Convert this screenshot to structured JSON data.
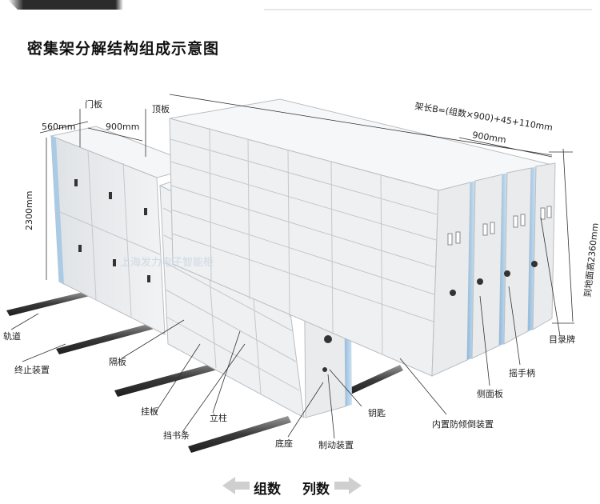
{
  "title": "密集架分解结构组成示意图",
  "watermark": "上海发力电子智能柜",
  "dimensions": {
    "depth": "560mm",
    "width": "900mm",
    "height": "2300mm",
    "length_formula": "架长B=(组数×900)+45+110mm",
    "unit_width": "900mm",
    "floor_height": "到地面高2360mm"
  },
  "labels": {
    "door_panel": "门板",
    "top_panel": "顶板",
    "track": "轨道",
    "stop_device": "终止装置",
    "divider": "隔板",
    "hanging_board": "挂板",
    "column": "立柱",
    "book_stop": "挡书条",
    "base": "底座",
    "brake": "制动装置",
    "key": "钥匙",
    "anti_tilt": "内置防倾倒装置",
    "side_panel": "侧面板",
    "handle": "摇手柄",
    "catalog_card": "目录牌"
  },
  "footer": {
    "groups": "组数",
    "columns": "列数"
  },
  "colors": {
    "cabinet": "#e9ebed",
    "shelf": "#f6f7f8",
    "edge": "#b9bec3",
    "accent_blue": "#a9cbe6",
    "rail": "#4a4a4a",
    "line": "#333333"
  }
}
